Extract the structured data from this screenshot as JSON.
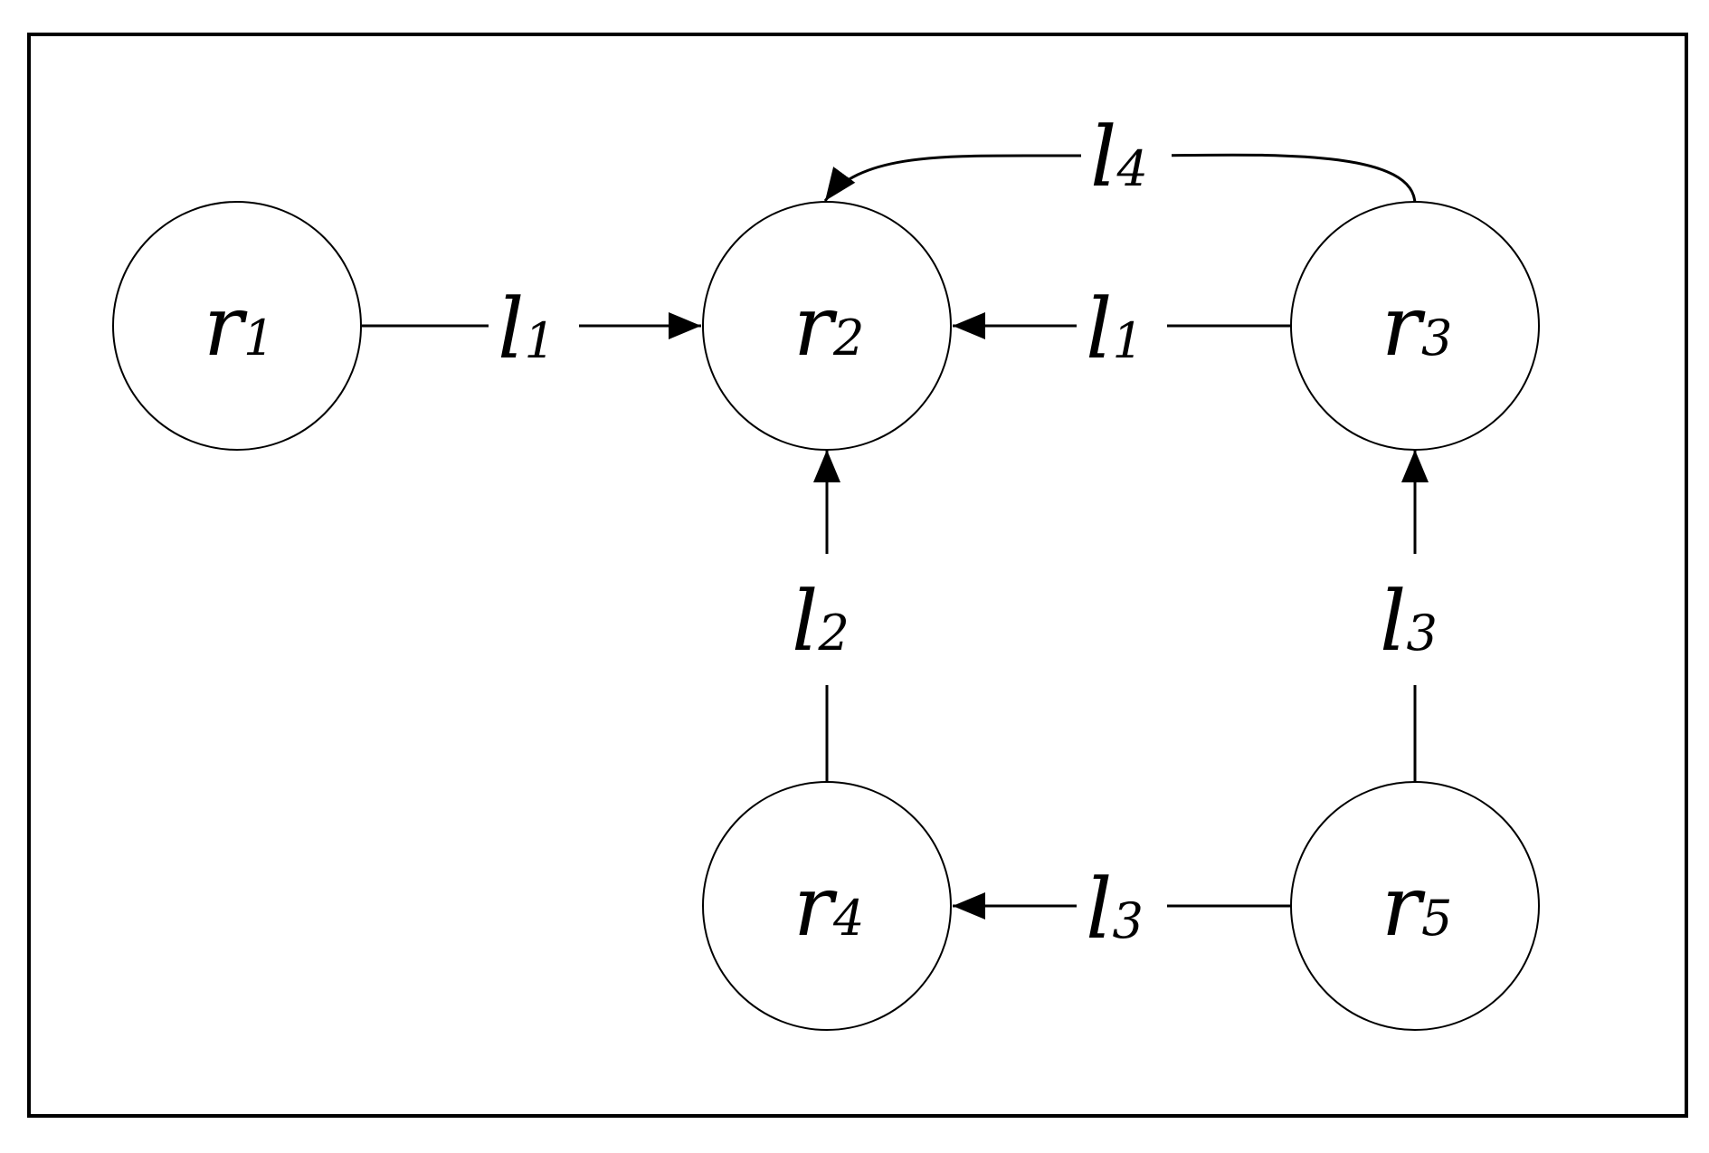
{
  "diagram": {
    "colors": {
      "stroke": "#000000",
      "background": "#ffffff"
    },
    "nodes": [
      {
        "id": "r1",
        "letter": "r",
        "sub": "1"
      },
      {
        "id": "r2",
        "letter": "r",
        "sub": "2"
      },
      {
        "id": "r3",
        "letter": "r",
        "sub": "3"
      },
      {
        "id": "r4",
        "letter": "r",
        "sub": "4"
      },
      {
        "id": "r5",
        "letter": "r",
        "sub": "5"
      }
    ],
    "edges": [
      {
        "id": "e1",
        "from": "r1",
        "to": "r2",
        "letter": "l",
        "sub": "1"
      },
      {
        "id": "e2",
        "from": "r3",
        "to": "r2",
        "letter": "l",
        "sub": "1"
      },
      {
        "id": "e3",
        "from": "r3",
        "to": "r2",
        "letter": "l",
        "sub": "4"
      },
      {
        "id": "e4",
        "from": "r4",
        "to": "r2",
        "letter": "l",
        "sub": "2"
      },
      {
        "id": "e5",
        "from": "r5",
        "to": "r3",
        "letter": "l",
        "sub": "3"
      },
      {
        "id": "e6",
        "from": "r5",
        "to": "r4",
        "letter": "l",
        "sub": "3"
      }
    ]
  }
}
